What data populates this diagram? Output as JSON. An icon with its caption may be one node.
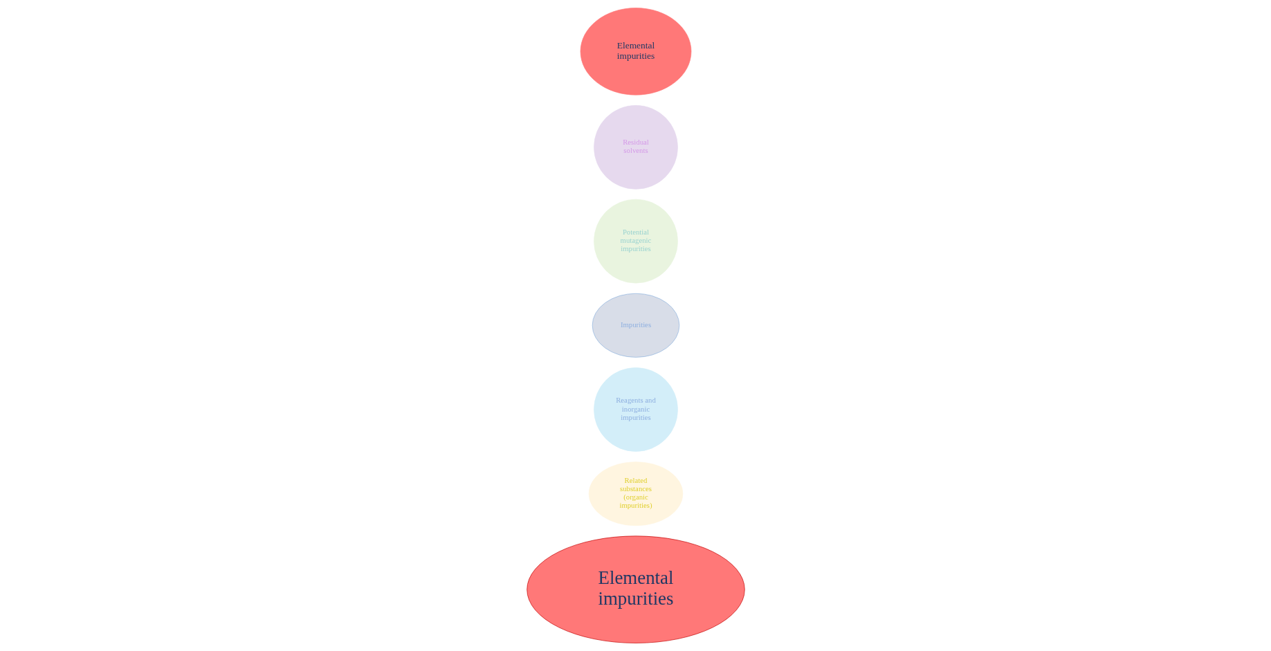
{
  "diagram": {
    "nodes": [
      {
        "text": [
          "Elemental impurities"
        ]
      },
      {
        "text": [
          "Related substances (organic impurities)"
        ]
      },
      {
        "text": [
          "Reagents and inorganic impurities"
        ]
      },
      {
        "text": [
          "Impurities"
        ]
      },
      {
        "text": [
          "Potential mutagenic impurities"
        ]
      },
      {
        "text": [
          "Residual solvents"
        ]
      },
      {
        "text": [
          "Elemental impurities"
        ]
      }
    ],
    "edges": []
  }
}
